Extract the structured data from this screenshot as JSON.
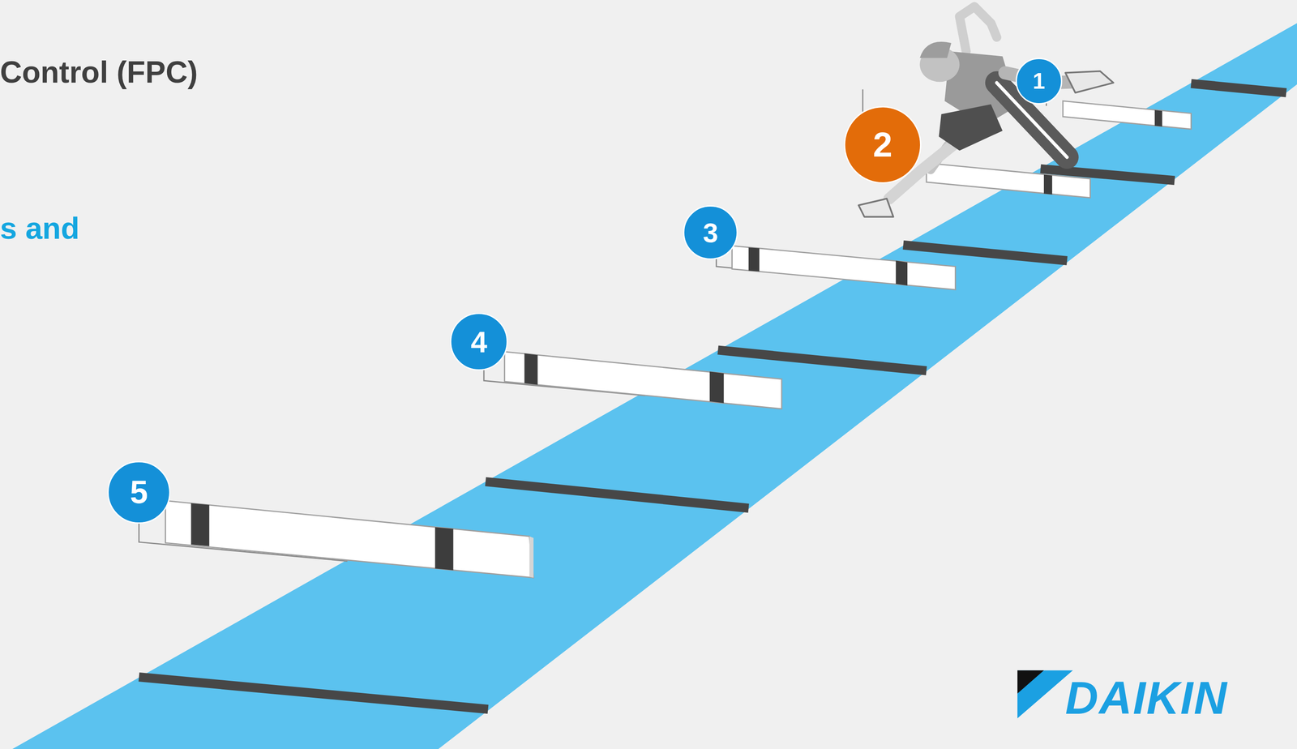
{
  "diagram": {
    "title": "Control (FPC)",
    "nodes": [
      {
        "text": [
          "1"
        ]
      },
      {
        "text": [
          "2"
        ]
      },
      {
        "text": [
          "3"
        ]
      },
      {
        "text": [
          "4"
        ]
      },
      {
        "text": [
          "5"
        ]
      }
    ],
    "labels": [
      "s and",
      "DAIKIN"
    ]
  }
}
